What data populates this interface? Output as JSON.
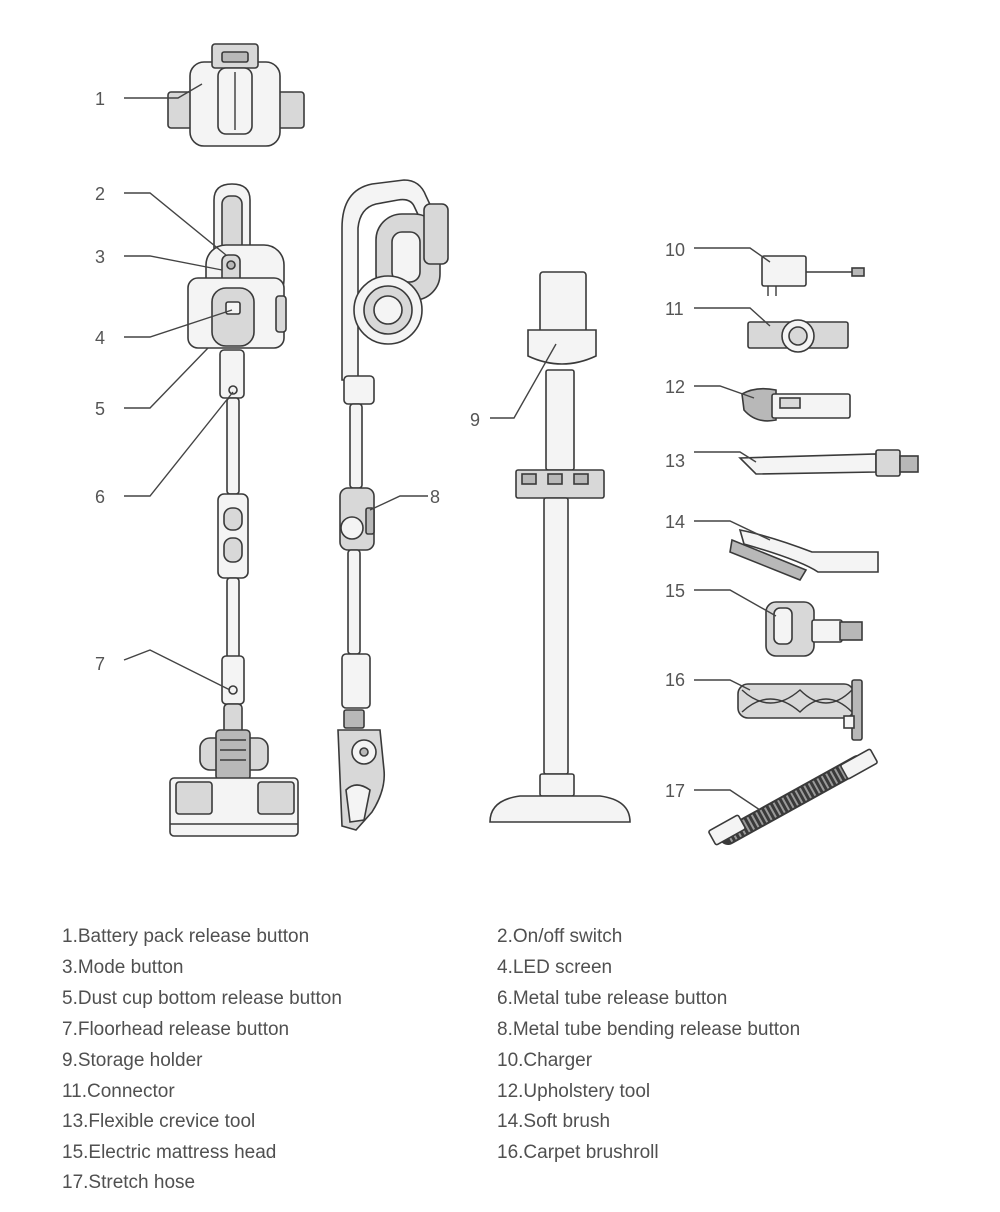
{
  "callouts": [
    "1",
    "2",
    "3",
    "4",
    "5",
    "6",
    "7",
    "8",
    "9",
    "10",
    "11",
    "12",
    "13",
    "14",
    "15",
    "16",
    "17"
  ],
  "legend": [
    "1.Battery pack release button",
    "2.On/off switch",
    "3.Mode button",
    "4.LED screen",
    "5.Dust cup bottom release button",
    "6.Metal tube release button",
    "7.Floorhead release button",
    "8.Metal tube bending release button",
    "9.Storage holder",
    "10.Charger",
    "11.Connector",
    "12.Upholstery tool",
    "13.Flexible crevice tool",
    "14.Soft brush",
    "15.Electric mattress head",
    "16.Carpet brushroll",
    "17.Stretch hose"
  ]
}
